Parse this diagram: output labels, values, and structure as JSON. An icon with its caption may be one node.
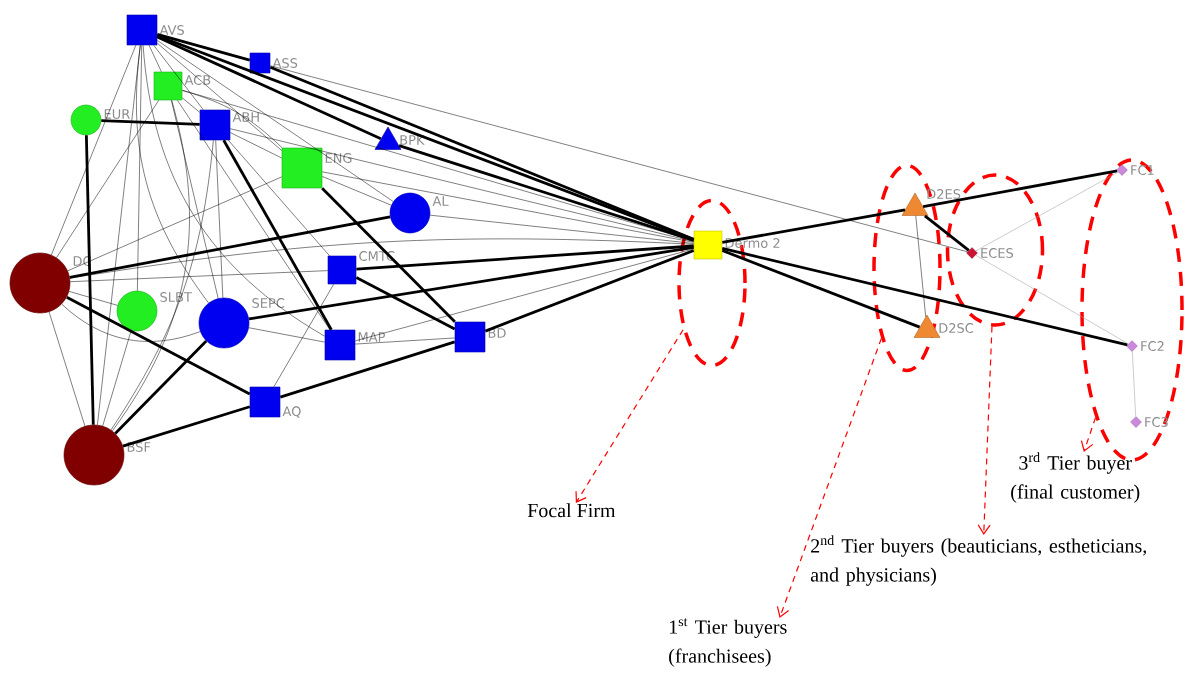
{
  "diagram": {
    "nodes": [
      {
        "text": [
          "AVS"
        ]
      },
      {
        "text": [
          "ASS"
        ]
      },
      {
        "text": [
          "ACB"
        ]
      },
      {
        "text": [
          "EUR"
        ]
      },
      {
        "text": [
          "ABH"
        ]
      },
      {
        "text": [
          "BPK"
        ]
      },
      {
        "text": [
          "ENG"
        ]
      },
      {
        "text": [
          "AL"
        ]
      },
      {
        "text": [
          "DC"
        ]
      },
      {
        "text": [
          "CMTC"
        ]
      },
      {
        "text": [
          "SLBT"
        ]
      },
      {
        "text": [
          "SEPC"
        ]
      },
      {
        "text": [
          "MAP"
        ]
      },
      {
        "text": [
          "BD"
        ]
      },
      {
        "text": [
          "AQ"
        ]
      },
      {
        "text": [
          "BSF"
        ]
      },
      {
        "text": [],
        "shape": "ellipse"
      },
      {
        "text": [
          "Dermo 2"
        ],
        "in": 16
      },
      {
        "text": [],
        "shape": "ellipse"
      },
      {
        "text": [
          "D2ES"
        ],
        "in": 18
      },
      {
        "text": [
          "D2SC"
        ],
        "in": 18
      },
      {
        "text": [],
        "shape": "ellipse"
      },
      {
        "text": [
          "ECES"
        ],
        "in": 21
      },
      {
        "text": [],
        "shape": "ellipse"
      },
      {
        "text": [
          "FC1"
        ],
        "in": 23
      },
      {
        "text": [
          "FC2"
        ],
        "in": 23
      },
      {
        "text": [
          "FC3"
        ],
        "in": 23
      },
      {
        "text": [
          "Focal Firm"
        ]
      },
      {
        "text": [
          "1$^{st}$ Tier buyers (franchisees)"
        ]
      },
      {
        "text": [
          "2$^{nd}$ Tier buyers (beauticians, estheticians, and physicians)"
        ]
      },
      {
        "text": [
          "3$^{rd}$ Tier buyer (final customer)"
        ]
      }
    ],
    "edges": [
      {
        "from": 0,
        "to": 1,
        "arrow": "none",
        "style": "thick"
      },
      {
        "from": 0,
        "to": 17,
        "arrow": "none",
        "style": "thick"
      },
      {
        "from": 0,
        "to": 5,
        "arrow": "none",
        "style": "thick"
      },
      {
        "from": 0,
        "to": 2,
        "arrow": "none"
      },
      {
        "from": 0,
        "to": 4,
        "arrow": "none"
      },
      {
        "from": 0,
        "to": 6,
        "arrow": "none"
      },
      {
        "from": 0,
        "to": 7,
        "arrow": "none"
      },
      {
        "from": 0,
        "to": 12,
        "arrow": "none"
      },
      {
        "from": 0,
        "to": 10,
        "arrow": "none"
      },
      {
        "from": 0,
        "to": 11,
        "arrow": "none"
      },
      {
        "from": 0,
        "to": 15,
        "arrow": "none"
      },
      {
        "from": 0,
        "to": 8,
        "arrow": "none"
      },
      {
        "from": 1,
        "to": 17,
        "arrow": "none",
        "style": "thick"
      },
      {
        "from": 1,
        "to": 22,
        "arrow": "none"
      },
      {
        "from": 2,
        "to": 4,
        "arrow": "none"
      },
      {
        "from": 2,
        "to": 6,
        "arrow": "none"
      },
      {
        "from": 2,
        "to": 17,
        "arrow": "none"
      },
      {
        "from": 2,
        "to": 12,
        "arrow": "none"
      },
      {
        "from": 2,
        "to": 11,
        "arrow": "none"
      },
      {
        "from": 2,
        "to": 15,
        "arrow": "none"
      },
      {
        "from": 2,
        "to": 8,
        "arrow": "none"
      },
      {
        "from": 3,
        "to": 4,
        "arrow": "none",
        "style": "thick"
      },
      {
        "from": 3,
        "to": 15,
        "arrow": "none",
        "style": "thick"
      },
      {
        "from": 4,
        "to": 17,
        "arrow": "none"
      },
      {
        "from": 4,
        "to": 6,
        "arrow": "none"
      },
      {
        "from": 4,
        "to": 12,
        "arrow": "none",
        "style": "thick"
      },
      {
        "from": 4,
        "to": 9,
        "arrow": "none"
      },
      {
        "from": 4,
        "to": 11,
        "arrow": "none"
      },
      {
        "from": 4,
        "to": 15,
        "arrow": "none"
      },
      {
        "from": 5,
        "to": 17,
        "arrow": "none",
        "style": "thick"
      },
      {
        "from": 6,
        "to": 17,
        "arrow": "none"
      },
      {
        "from": 6,
        "to": 7,
        "arrow": "none"
      },
      {
        "from": 6,
        "to": 13,
        "arrow": "none",
        "style": "thick"
      },
      {
        "from": 6,
        "to": 8,
        "arrow": "none"
      },
      {
        "from": 7,
        "to": 17,
        "arrow": "none"
      },
      {
        "from": 7,
        "to": 8,
        "arrow": "none",
        "style": "thick"
      },
      {
        "from": 8,
        "to": 9,
        "arrow": "none"
      },
      {
        "from": 8,
        "to": 17,
        "arrow": "none"
      },
      {
        "from": 8,
        "to": 10,
        "arrow": "none"
      },
      {
        "from": 8,
        "to": 11,
        "arrow": "none"
      },
      {
        "from": 8,
        "to": 14,
        "arrow": "none",
        "style": "thick"
      },
      {
        "from": 8,
        "to": 15,
        "arrow": "none"
      },
      {
        "from": 9,
        "to": 17,
        "arrow": "none",
        "style": "thick"
      },
      {
        "from": 9,
        "to": 13,
        "arrow": "none",
        "style": "thick"
      },
      {
        "from": 9,
        "to": 14,
        "arrow": "none"
      },
      {
        "from": 10,
        "to": 15,
        "arrow": "none"
      },
      {
        "from": 11,
        "to": 17,
        "arrow": "none",
        "style": "thick"
      },
      {
        "from": 11,
        "to": 12,
        "arrow": "none"
      },
      {
        "from": 11,
        "to": 15,
        "arrow": "none",
        "style": "thick"
      },
      {
        "from": 12,
        "to": 17,
        "arrow": "none"
      },
      {
        "from": 12,
        "to": 13,
        "arrow": "none"
      },
      {
        "from": 13,
        "to": 17,
        "arrow": "none",
        "style": "thick"
      },
      {
        "from": 13,
        "to": 14,
        "arrow": "none",
        "style": "thick"
      },
      {
        "from": 14,
        "to": 15,
        "arrow": "none",
        "style": "thick"
      },
      {
        "from": 17,
        "to": 19,
        "arrow": "none",
        "style": "thick"
      },
      {
        "from": 17,
        "to": 20,
        "arrow": "none",
        "style": "thick"
      },
      {
        "from": 17,
        "to": 25,
        "arrow": "none",
        "style": "thick"
      },
      {
        "from": 19,
        "to": 20,
        "arrow": "none"
      },
      {
        "from": 19,
        "to": 22,
        "arrow": "none",
        "style": "thick"
      },
      {
        "from": 19,
        "to": 24,
        "arrow": "none",
        "style": "thick"
      },
      {
        "from": 22,
        "to": 24,
        "arrow": "none",
        "color": "#999999"
      },
      {
        "from": 22,
        "to": 25,
        "arrow": "none",
        "color": "#999999"
      },
      {
        "from": 25,
        "to": 26,
        "arrow": "none",
        "color": "#999999"
      },
      {
        "from": 16,
        "to": 27,
        "arrow": "to",
        "style": "dashed",
        "color": "#ff0000"
      },
      {
        "from": 18,
        "to": 28,
        "arrow": "to",
        "style": "dashed",
        "color": "#ff0000"
      },
      {
        "from": 21,
        "to": 29,
        "arrow": "to",
        "style": "dashed",
        "color": "#ff0000"
      },
      {
        "from": 23,
        "to": 30,
        "arrow": "to",
        "style": "dashed",
        "color": "#ff0000"
      }
    ]
  }
}
